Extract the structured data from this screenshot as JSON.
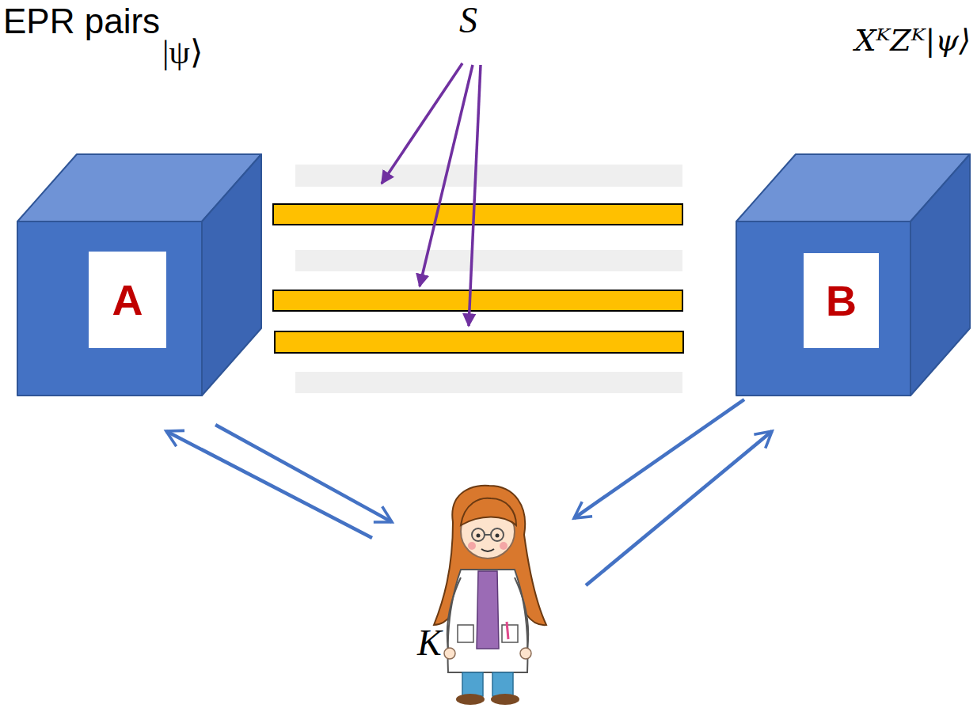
{
  "diagram": {
    "nodes": [
      {
        "text": [
          "A"
        ]
      },
      {
        "text": [
          "B"
        ]
      },
      {
        "text": [
          "K"
        ]
      }
    ],
    "edges": [
      {
        "from": 0,
        "to": 2,
        "arrow": "to"
      },
      {
        "from": 2,
        "to": 0,
        "arrow": "to"
      },
      {
        "from": 1,
        "to": 2,
        "arrow": "to"
      },
      {
        "from": 2,
        "to": 1,
        "arrow": "to"
      }
    ],
    "labels": [
      "EPR pairs",
      "|ψ⟩",
      "S",
      "XᴷZᴷ|ψ⟩"
    ]
  }
}
